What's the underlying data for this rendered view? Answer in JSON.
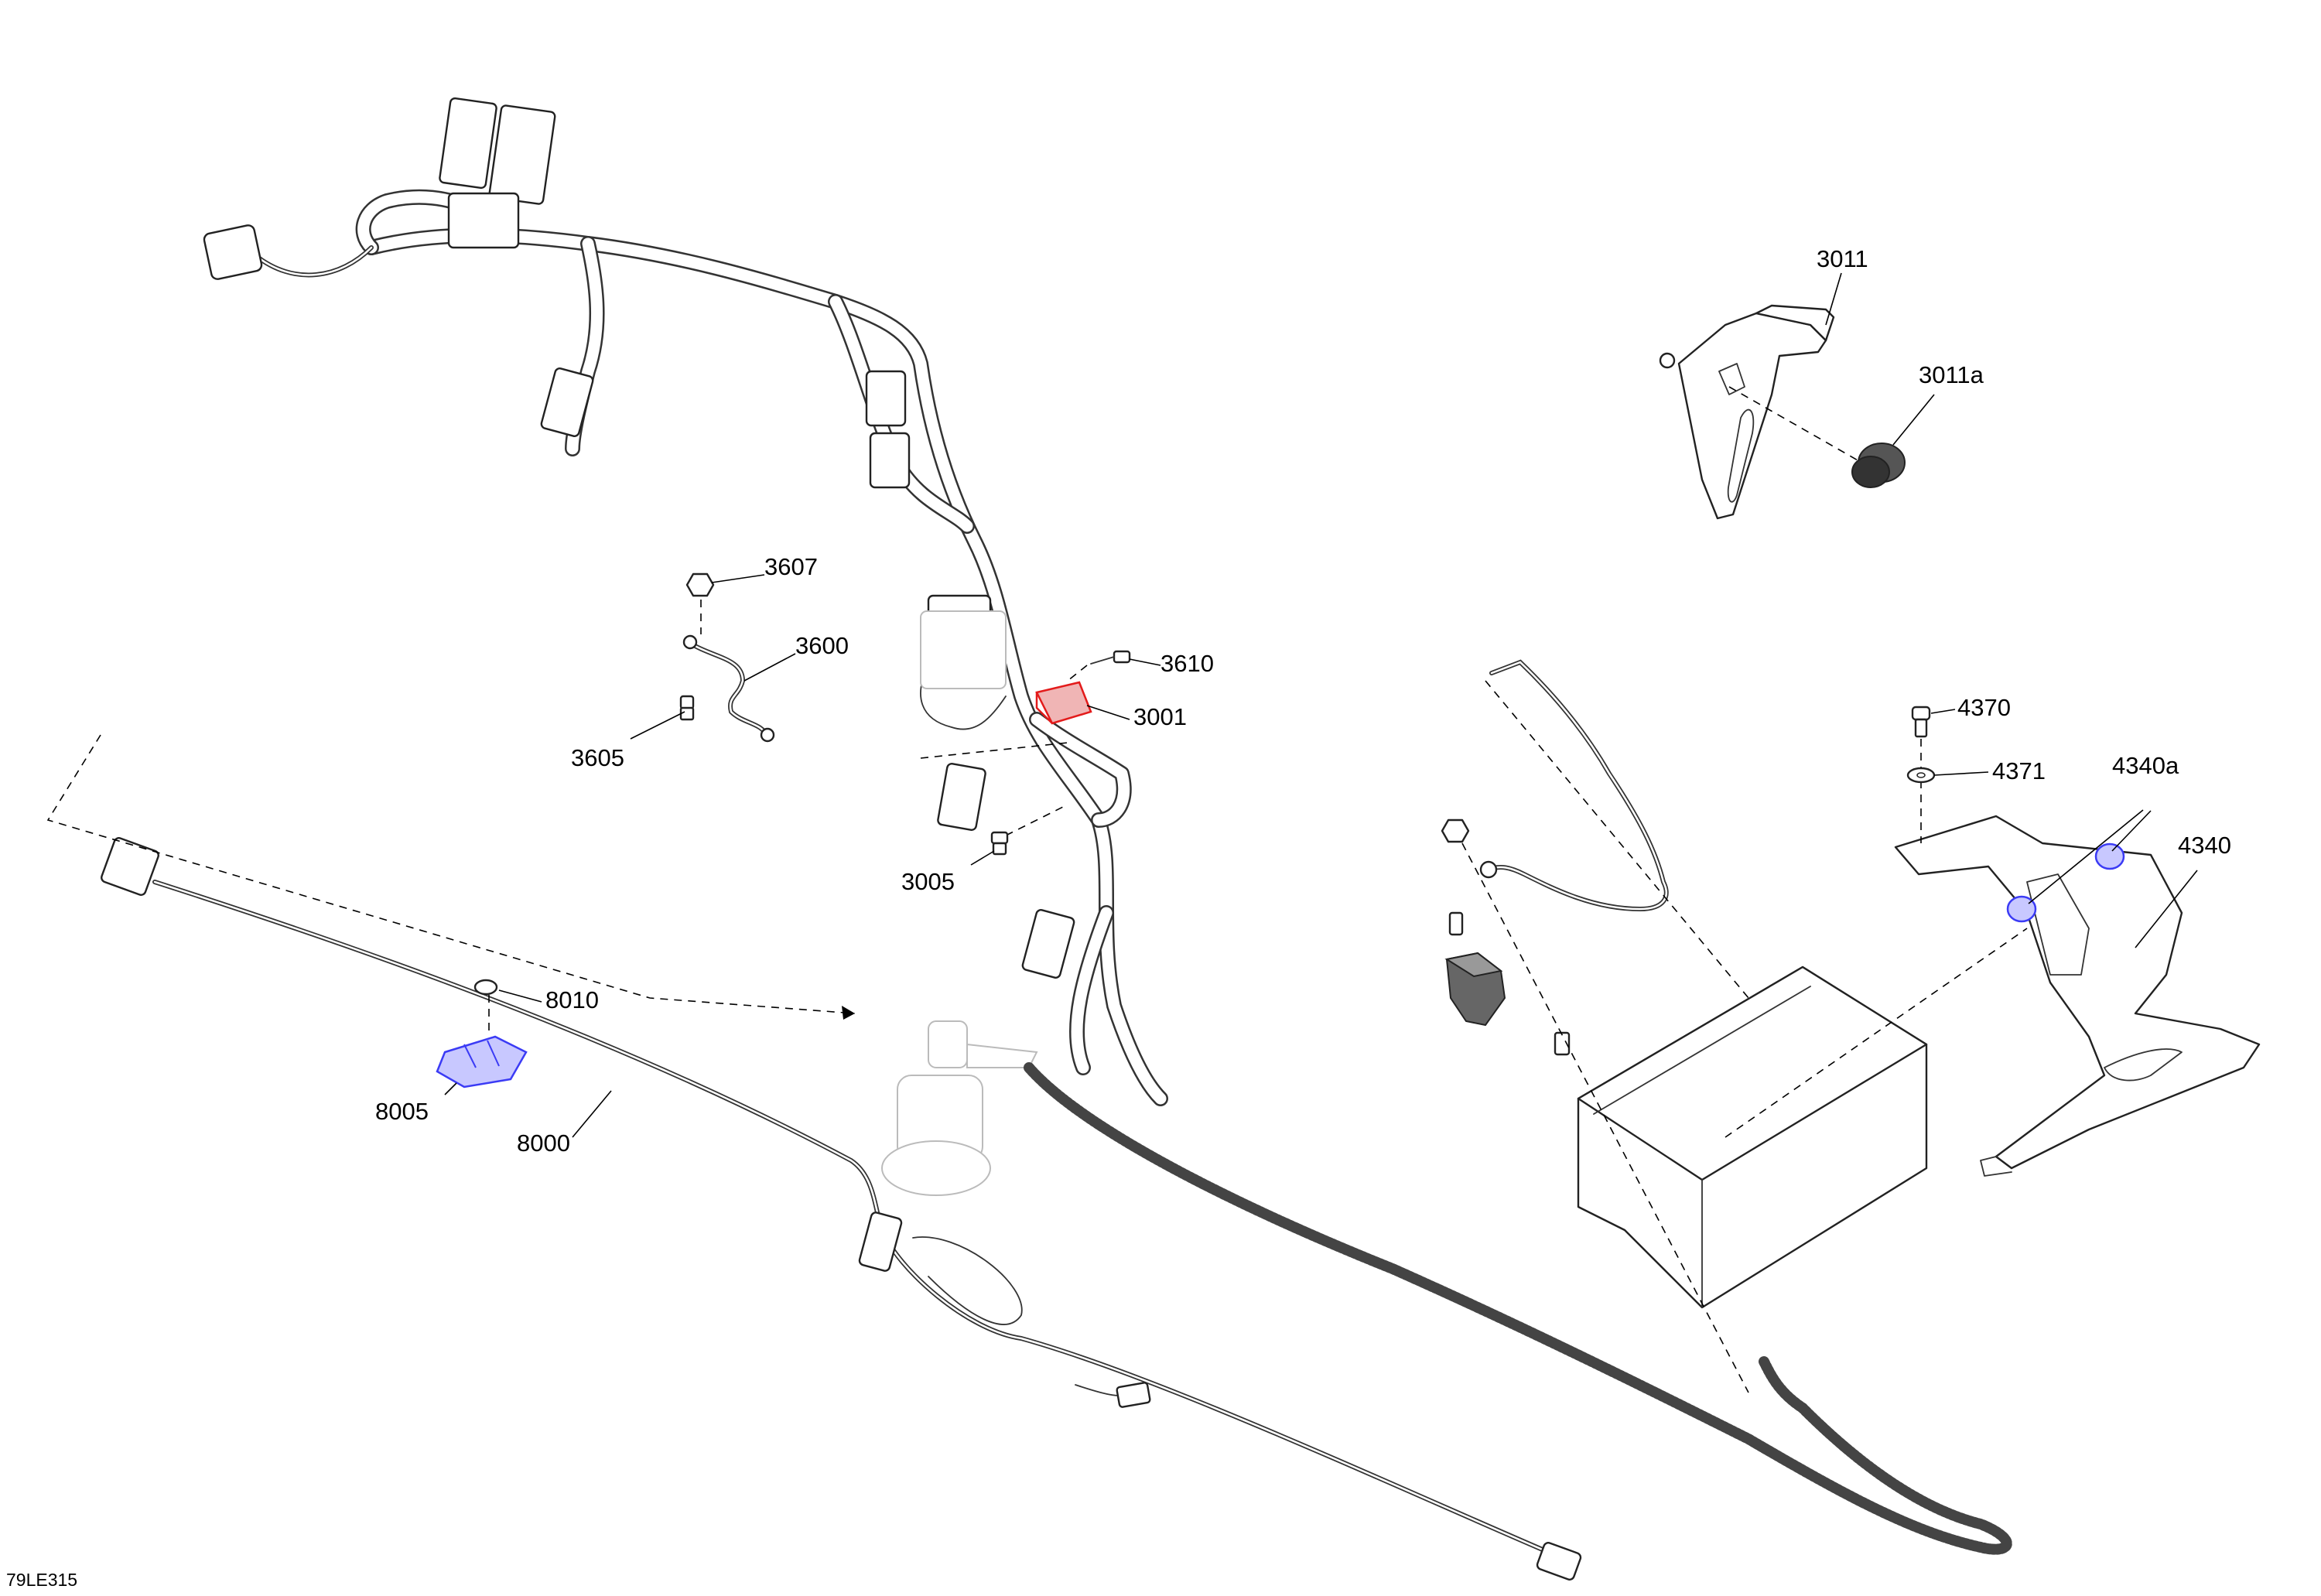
{
  "diagram_code": "79LE315",
  "callouts": {
    "c3011": "3011",
    "c3011a": "3011a",
    "c3607": "3607",
    "c3600": "3600",
    "c3610": "3610",
    "c3001": "3001",
    "c3605": "3605",
    "c3005": "3005",
    "c4370": "4370",
    "c4371": "4371",
    "c4340a": "4340a",
    "c4340": "4340",
    "c8010": "8010",
    "c8005": "8005",
    "c8000": "8000"
  },
  "colors": {
    "highlight_red": "#e31b1b",
    "highlight_blue": "#3b3bf5",
    "line": "#000000"
  }
}
